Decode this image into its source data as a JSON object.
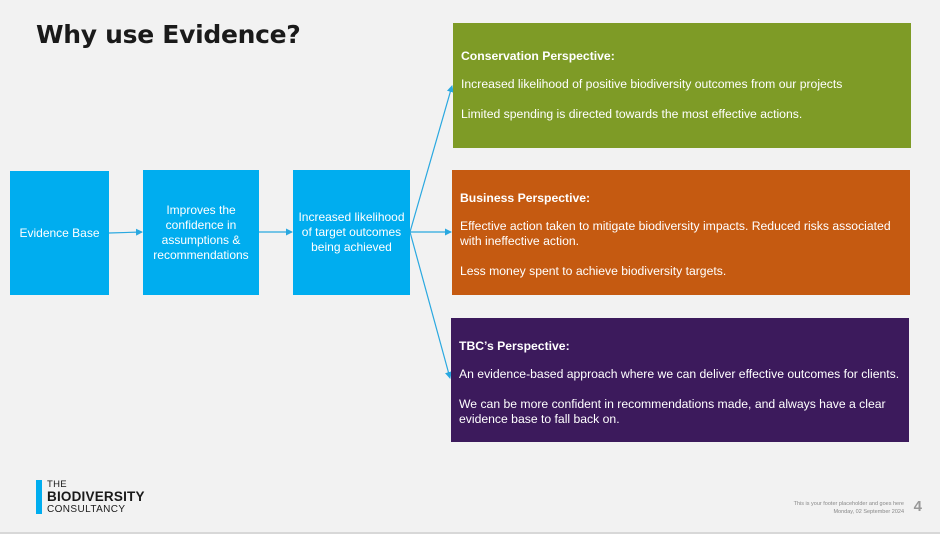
{
  "title": "Why use Evidence?",
  "flow": [
    {
      "label": "Evidence Base"
    },
    {
      "label": "Improves the confidence in assumptions & recommendations"
    },
    {
      "label": "Increased likelihood of target outcomes being achieved"
    }
  ],
  "panels": [
    {
      "heading": "Conservation Perspective:",
      "lines": [
        "Increased likelihood of positive biodiversity outcomes from our projects",
        "Limited spending is directed towards the most effective actions."
      ],
      "color": "#7e9b26"
    },
    {
      "heading": "Business Perspective:",
      "lines": [
        "Effective action taken to mitigate biodiversity impacts. Reduced risks associated with ineffective action.",
        "Less money spent to achieve biodiversity targets."
      ],
      "color": "#c55a11"
    },
    {
      "heading": "TBC’s Perspective:",
      "lines": [
        "An evidence-based approach where we can deliver effective outcomes for clients.",
        "We can be more confident in recommendations made, and always have a clear evidence base to fall back on."
      ],
      "color": "#3c1a5c"
    }
  ],
  "logo": {
    "line1": "THE",
    "line2": "BIODIVERSITY",
    "line3": "CONSULTANCY"
  },
  "footer": {
    "placeholder": "This is your footer placeholder and goes here",
    "date": "Monday, 02 September 2024",
    "page": "4"
  },
  "colors": {
    "accent": "#00adef",
    "arrow": "#29a8e0"
  }
}
